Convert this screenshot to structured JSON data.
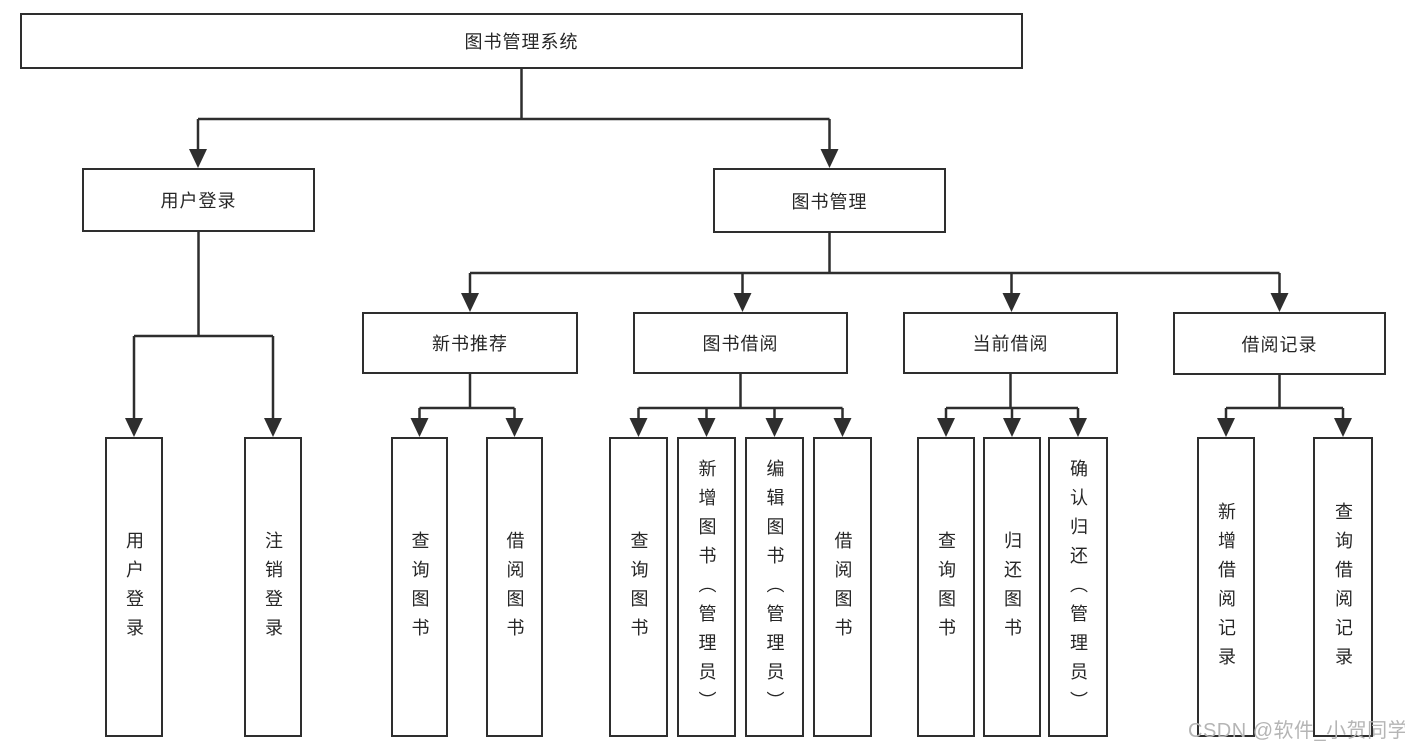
{
  "diagram": {
    "root": {
      "label": "图书管理系统"
    },
    "branches": [
      {
        "label": "用户登录",
        "children": [
          {
            "label": "用户登录"
          },
          {
            "label": "注销登录"
          }
        ]
      },
      {
        "label": "图书管理",
        "children": [
          {
            "label": "新书推荐",
            "children": [
              {
                "label": "查询图书"
              },
              {
                "label": "借阅图书"
              }
            ]
          },
          {
            "label": "图书借阅",
            "children": [
              {
                "label": "查询图书"
              },
              {
                "label": "新增图书（管理员）"
              },
              {
                "label": "编辑图书（管理员）"
              },
              {
                "label": "借阅图书"
              }
            ]
          },
          {
            "label": "当前借阅",
            "children": [
              {
                "label": "查询图书"
              },
              {
                "label": "归还图书"
              },
              {
                "label": "确认归还（管理员）"
              }
            ]
          },
          {
            "label": "借阅记录",
            "children": [
              {
                "label": "新增借阅记录"
              },
              {
                "label": "查询借阅记录"
              }
            ]
          }
        ]
      }
    ],
    "colors": {
      "line": "#2e2e2e",
      "text": "#262626",
      "background": "#ffffff",
      "watermark": "#b5b5b5"
    }
  },
  "watermark": {
    "text": "CSDN @软件_小贺同学"
  }
}
